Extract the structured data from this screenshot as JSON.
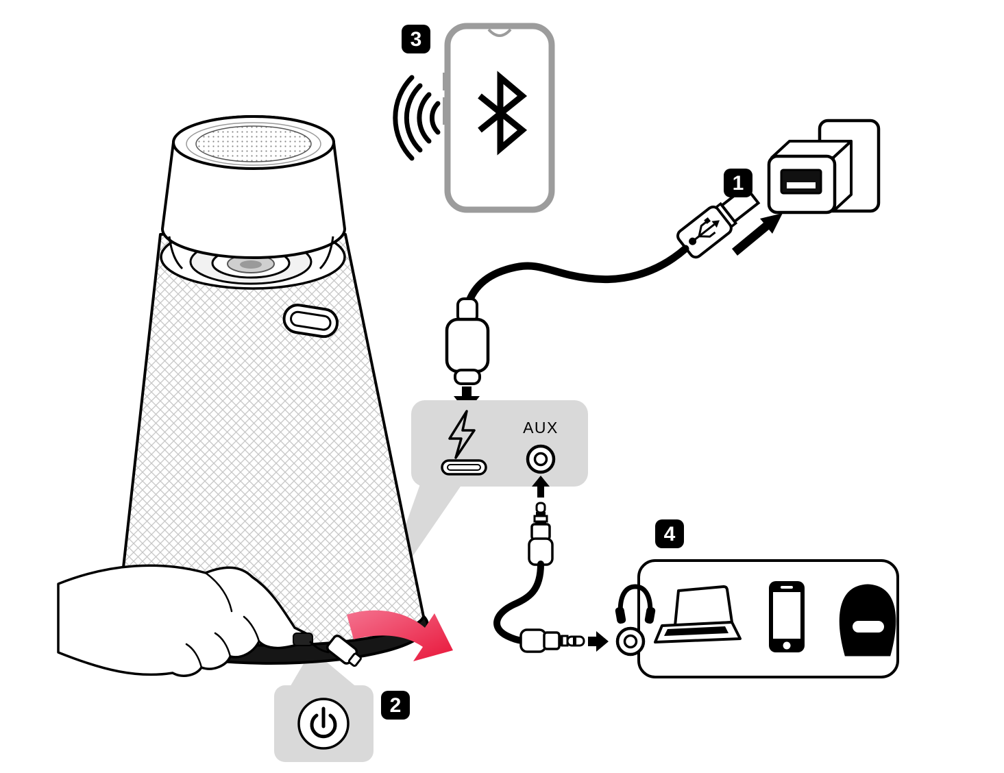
{
  "diagram": {
    "type": "instruction-manual-diagram",
    "subject": "portable-speaker-connection-setup",
    "step_badges": [
      "1",
      "2",
      "3",
      "4"
    ],
    "labels": {
      "aux_port": "AUX"
    },
    "icons": [
      "bluetooth-icon",
      "wireless-waves-icon",
      "power-icon",
      "charge-icon",
      "usb-icon",
      "usb-a-connector",
      "usb-c-connector",
      "wall-outlet",
      "power-adapter",
      "aux-jack",
      "aux-plug",
      "headphones-icon",
      "laptop-icon",
      "smartphone-icon",
      "speaker-icon",
      "red-arrow",
      "hand-pointer"
    ],
    "colors": {
      "panel_gray": "#d9d9d9",
      "callout_gray": "#d9d9d9",
      "phone_gray": "#9c9c9c",
      "arrow_pink": "#f4728f",
      "arrow_red": "#e8163a",
      "hatch_gray": "#c6c6c6",
      "ink": "#000000"
    }
  }
}
